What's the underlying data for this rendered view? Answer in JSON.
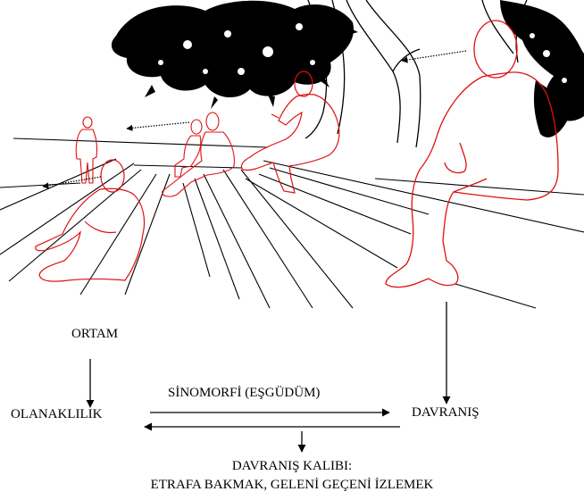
{
  "labels": {
    "ortam": "ORTAM",
    "olanaklilik": "OLANAKLILIK",
    "sinomorfi": "SİNOMORFİ (EŞGÜDÜM)",
    "davranis": "DAVRANIŞ",
    "kalip_title": "DAVRANIŞ KALIBI:",
    "kalip_desc": "ETRAFA BAKMAK, GELENİ GEÇENİ İZLEMEK"
  },
  "colors": {
    "figure_outline": "#e01010",
    "ink": "#000000",
    "background": "#ffffff"
  },
  "illustration": {
    "subject": "people seated on steps in a park under trees, watching passers-by",
    "figures": [
      "walking-person",
      "seated-person-left",
      "seated-pair-mid",
      "seated-person-center",
      "seated-person-right"
    ]
  }
}
